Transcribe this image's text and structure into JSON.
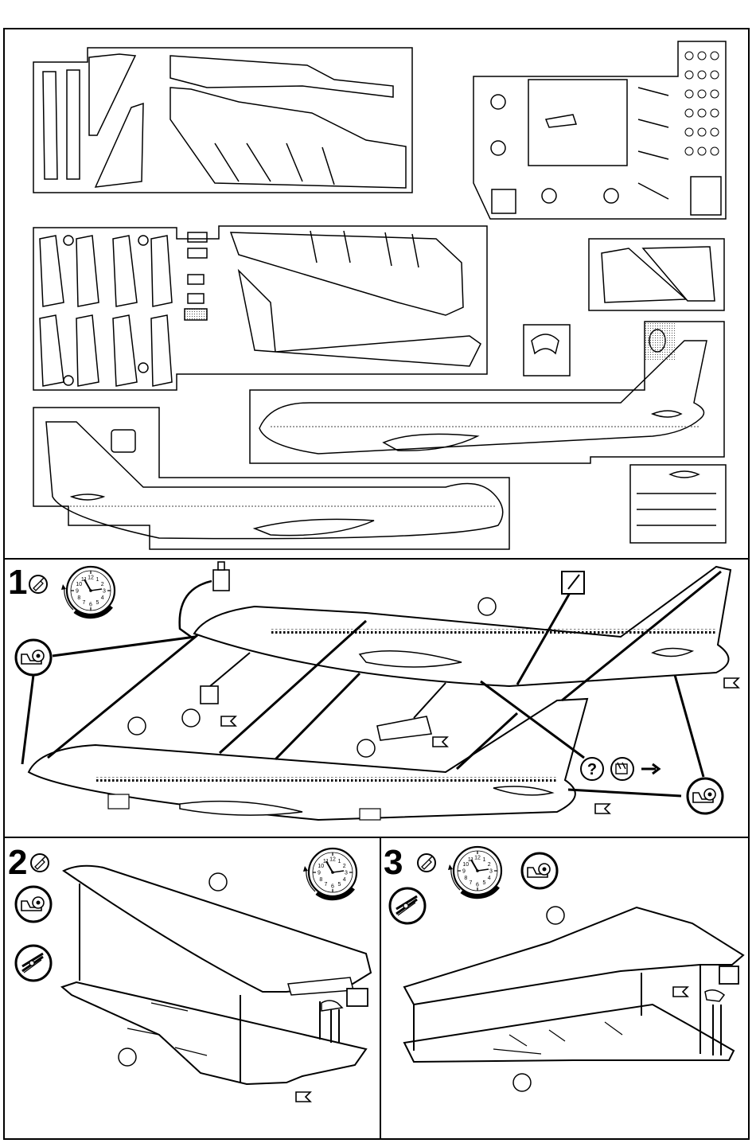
{
  "steps": [
    {
      "number": "1",
      "callouts": [
        "",
        "",
        "",
        ""
      ],
      "question_mark": "?"
    },
    {
      "number": "2",
      "callouts": [
        "",
        ""
      ]
    },
    {
      "number": "3",
      "callouts": [
        "",
        ""
      ]
    }
  ],
  "clock": {
    "numerals": [
      "12",
      "1",
      "2",
      "3",
      "4",
      "5",
      "6",
      "7",
      "8",
      "9",
      "10",
      "11"
    ]
  },
  "icons": [
    "glue-tube-icon",
    "clock-icon",
    "tape-dispenser-icon",
    "clamp-icon",
    "flag-marker-icon",
    "weight-icon",
    "question-icon",
    "paint-icon",
    "arrow-icon"
  ]
}
